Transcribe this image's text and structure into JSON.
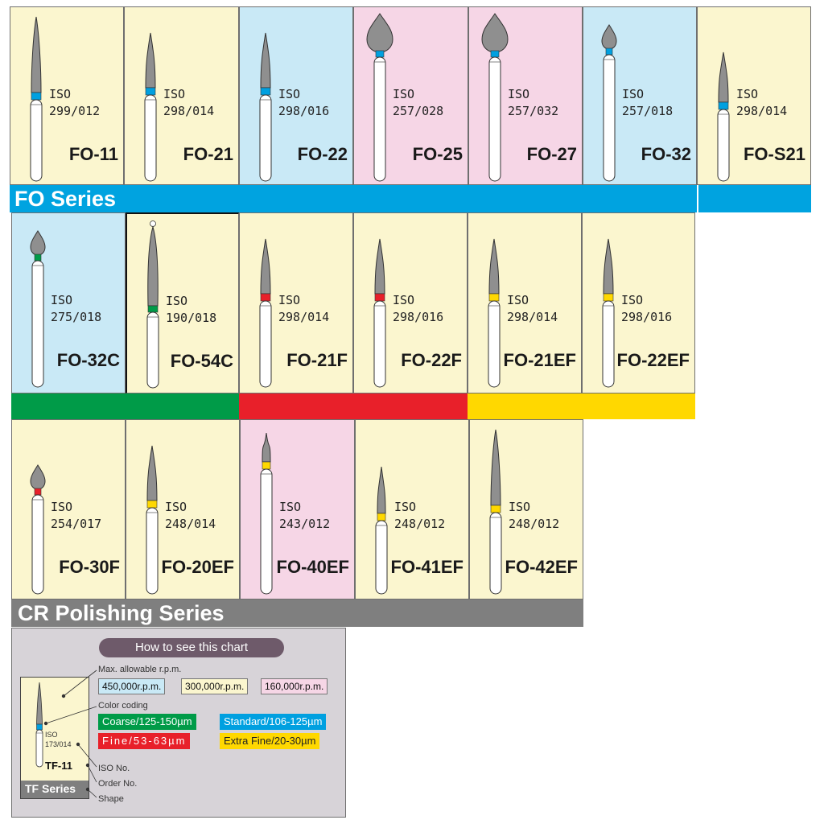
{
  "colors": {
    "blue_band": "#00a3e0",
    "gray_band": "#7f7f7f",
    "coarse": "#009b48",
    "standard": "#00a0e0",
    "fine": "#e8202a",
    "extra_fine": "#ffd800",
    "cream": "#fbf6cf",
    "light_blue": "#c9e9f6",
    "pink": "#f6d6e6"
  },
  "bands": {
    "fo_series": "FO Series",
    "cr_polishing_series": "CR Polishing Series"
  },
  "burs": [
    {
      "code": "FO-11",
      "iso": "299/012",
      "bg": "cream",
      "band": "standard",
      "shape": "flame-long"
    },
    {
      "code": "FO-21",
      "iso": "298/014",
      "bg": "cream",
      "band": "standard",
      "shape": "flame"
    },
    {
      "code": "FO-22",
      "iso": "298/016",
      "bg": "blue",
      "band": "standard",
      "shape": "flame"
    },
    {
      "code": "FO-25",
      "iso": "257/028",
      "bg": "pink",
      "band": "standard",
      "shape": "pear-large"
    },
    {
      "code": "FO-27",
      "iso": "257/032",
      "bg": "pink",
      "band": "standard",
      "shape": "pear-large"
    },
    {
      "code": "FO-32",
      "iso": "257/018",
      "bg": "blue",
      "band": "standard",
      "shape": "pear"
    },
    {
      "code": "FO-S21",
      "iso": "298/014",
      "bg": "cream",
      "band": "standard",
      "shape": "flame-short"
    },
    {
      "code": "FO-32C",
      "iso": "275/018",
      "bg": "blue",
      "band": "coarse",
      "shape": "pear"
    },
    {
      "code": "FO-54C",
      "iso": "190/018",
      "bg": "cream",
      "band": "coarse",
      "shape": "needle"
    },
    {
      "code": "FO-21F",
      "iso": "298/014",
      "bg": "cream",
      "band": "fine",
      "shape": "flame"
    },
    {
      "code": "FO-22F",
      "iso": "298/016",
      "bg": "cream",
      "band": "fine",
      "shape": "flame"
    },
    {
      "code": "FO-21EF",
      "iso": "298/014",
      "bg": "cream",
      "band": "extra_fine",
      "shape": "flame"
    },
    {
      "code": "FO-22EF",
      "iso": "298/016",
      "bg": "cream",
      "band": "extra_fine",
      "shape": "flame"
    },
    {
      "code": "FO-30F",
      "iso": "254/017",
      "bg": "cream",
      "band": "fine",
      "shape": "pear-small"
    },
    {
      "code": "FO-20EF",
      "iso": "248/014",
      "bg": "cream",
      "band": "extra_fine",
      "shape": "flame"
    },
    {
      "code": "FO-40EF",
      "iso": "243/012",
      "bg": "pink",
      "band": "extra_fine",
      "shape": "flame-tiny"
    },
    {
      "code": "FO-41EF",
      "iso": "248/012",
      "bg": "cream",
      "band": "extra_fine",
      "shape": "flame-thin"
    },
    {
      "code": "FO-42EF",
      "iso": "248/012",
      "bg": "cream",
      "band": "extra_fine",
      "shape": "flame-long"
    }
  ],
  "iso_label": "ISO",
  "legend": {
    "title": "How to see this chart",
    "max_rpm_label": "Max. allowable r.p.m.",
    "rpm": [
      "450,000r.p.m.",
      "300,000r.p.m.",
      "160,000r.p.m."
    ],
    "color_coding_label": "Color coding",
    "coarse": "Coarse/125-150µm",
    "standard": "Standard/106-125µm",
    "fine": "Fine/53-63µm",
    "extra_fine": "Extra Fine/20-30µm",
    "iso_no_label": "ISO No.",
    "order_no_label": "Order No.",
    "shape_label": "Shape",
    "sample_iso": "ISO",
    "sample_iso_no": "173/014",
    "sample_code": "TF-11",
    "sample_series": "TF Series"
  }
}
